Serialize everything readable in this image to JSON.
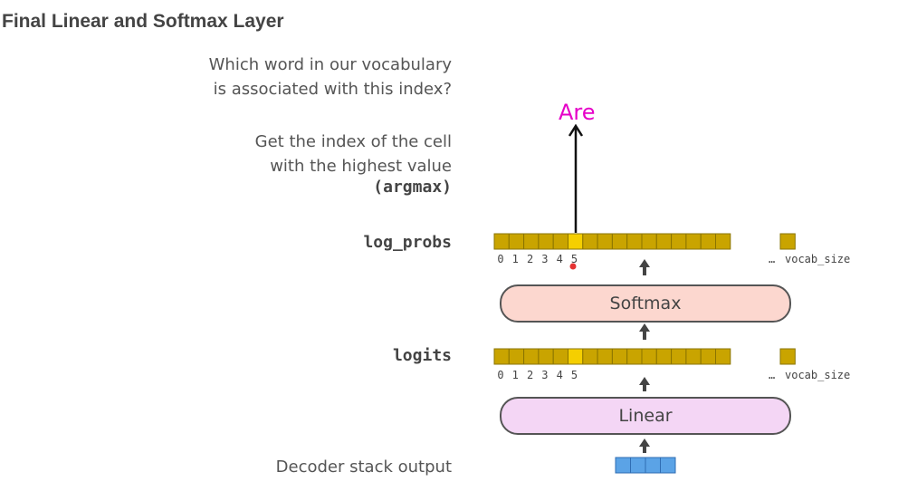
{
  "title": "Final Linear and Softmax Layer",
  "question_lines": [
    "Which word in our vocabulary",
    "is associated with this index?"
  ],
  "argmax_lines": [
    "Get the index of the cell",
    "with the highest value"
  ],
  "argmax_code": "(argmax)",
  "log_probs_label": "log_probs",
  "logits_label": "logits",
  "decoder_label": "Decoder stack output",
  "softmax_label": "Softmax",
  "linear_label": "Linear",
  "output_word": "Are",
  "index_labels": [
    "0",
    "1",
    "2",
    "3",
    "4",
    "5"
  ],
  "ellipsis": "…",
  "vocab_size_label": "vocab_size",
  "cells_per_row": 16,
  "highlight_index": 5,
  "decoder_cells": 4,
  "colors": {
    "cell": "#c9a400",
    "cell_highlight": "#f5cf00",
    "cell_border": "#8a7400",
    "decoder_cell": "#5ba3e6",
    "decoder_border": "#2f6db3",
    "arrow": "#444444",
    "argmax_arrow": "#111111",
    "output_word": "#e600c8",
    "marker_dot": "#e53333"
  }
}
